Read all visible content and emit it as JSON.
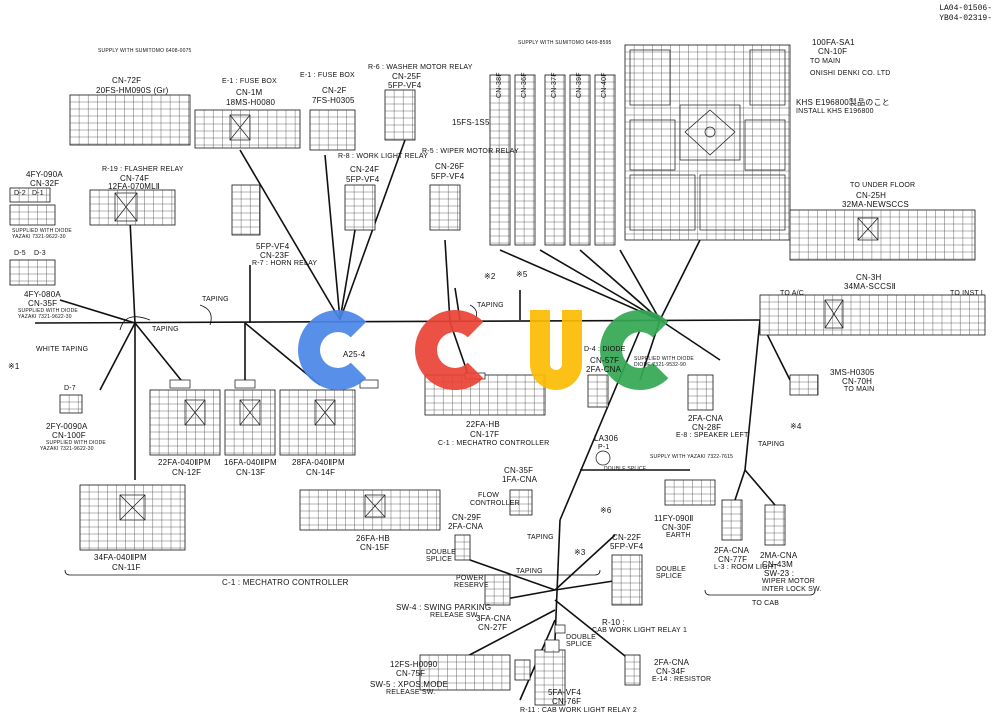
{
  "drawing_ref": [
    "LA04-01506-",
    "YB04-02319-"
  ],
  "watermark": {
    "text": "A25-4",
    "colors": [
      "#4a86e8",
      "#ea4335",
      "#fbbc04",
      "#34a853"
    ]
  },
  "connectors": [
    {
      "id": "cn72f",
      "text": [
        "SUPPLY WITH SUMITOMO 6408-0075",
        "CN-72F",
        "20FS-HM090S (Gr)"
      ]
    },
    {
      "id": "cn1m",
      "text": [
        "E-1 : FUSE BOX",
        "CN-1M",
        "18MS-H0080"
      ]
    },
    {
      "id": "cn2f",
      "text": [
        "E-1 : FUSE BOX",
        "CN-2F",
        "7FS-H0305"
      ]
    },
    {
      "id": "cn25f",
      "text": [
        "R-6 : WASHER MOTOR RELAY",
        "CN-25F",
        "5FP-VF4"
      ]
    },
    {
      "id": "cn24f",
      "text": [
        "R-8 : WORK LIGHT RELAY",
        "CN-24F",
        "5FP-VF4"
      ]
    },
    {
      "id": "cn26f",
      "text": [
        "15FS-1S5",
        "R-5 : WIPER MOTOR RELAY",
        "CN-26F",
        "5FP-VF4"
      ]
    },
    {
      "id": "cn74f",
      "text": [
        "R-19 : FLASHER RELAY",
        "CN-74F",
        "12FA-070MLⅡ"
      ]
    },
    {
      "id": "cn32f",
      "text": [
        "4FY-090A",
        "CN-32F",
        "SUPPLIED WITH DIODE",
        "YAZAKI 7321-9622-30"
      ]
    },
    {
      "id": "d2d1",
      "text": [
        "D-2",
        "D-1"
      ]
    },
    {
      "id": "d5d3",
      "text": [
        "D-5",
        "D-3"
      ]
    },
    {
      "id": "cn35f",
      "text": [
        "4FY-080A",
        "CN-35F",
        "SUPPLIED WITH DIODE",
        "YAZAKI 7321-9622-30"
      ]
    },
    {
      "id": "cn23f",
      "text": [
        "5FP-VF4",
        "CN-23F",
        "R-7 : HORN RELAY"
      ]
    },
    {
      "id": "cn10f",
      "text": [
        "100FA-SA1",
        "CN-10F",
        "TO MAIN",
        "ONISHI DENKI CO. LTD",
        "KHS E196800製品のこと",
        "INSTALL KHS E196800"
      ]
    },
    {
      "id": "cnbank",
      "text": [
        "SUPPLY WITH SUMITOMO 6409-8595",
        "CN-38F",
        "CN-36F",
        "CN-37F",
        "CN-39F",
        "CN-40F"
      ]
    },
    {
      "id": "cn25h",
      "text": [
        "TO UNDER FLOOR",
        "CN-25H",
        "32MA-NEWSCCS"
      ]
    },
    {
      "id": "cn3h",
      "text": [
        "CN-3H",
        "34MA-SCCSⅡ",
        "TO A/C",
        "TO INST L"
      ]
    },
    {
      "id": "cn100f",
      "text": [
        "D-7",
        "2FY-0090A",
        "CN-100F",
        "SUPPLIED WITH DIODE",
        "YAZAKI 7321-9622-30"
      ]
    },
    {
      "id": "cn12f",
      "text": [
        "22FA-040ⅡPM",
        "CN-12F"
      ]
    },
    {
      "id": "cn13f",
      "text": [
        "16FA-040ⅡPM",
        "CN-13F"
      ]
    },
    {
      "id": "cn14f",
      "text": [
        "28FA-040ⅡPM",
        "CN-14F"
      ]
    },
    {
      "id": "cn17f",
      "text": [
        "22FA-HB",
        "CN-17F",
        "C-1 : MECHATRO CONTROLLER"
      ]
    },
    {
      "id": "cn57f",
      "text": [
        "D-4 : DIODE",
        "CN-57F",
        "2FA-CNA",
        "SUPPLIED WITH DIODE",
        "DIODE 7321-9532-90"
      ]
    },
    {
      "id": "cn28f",
      "text": [
        "2FA-CNA",
        "CN-28F",
        "E-8 : SPEAKER LEFT"
      ]
    },
    {
      "id": "cn70h",
      "text": [
        "3MS-H0305",
        "CN-70H",
        "TO MAIN"
      ]
    },
    {
      "id": "cn11f",
      "text": [
        "34FA-040ⅡPM",
        "CN-11F"
      ]
    },
    {
      "id": "cn15f",
      "text": [
        "26FA-HB",
        "CN-15F"
      ]
    },
    {
      "id": "la306",
      "text": [
        "LA306",
        "P-1"
      ]
    },
    {
      "id": "cn30f",
      "text": [
        "SUPPLY WITH YAZAKI 7322-7615",
        "11FY-090Ⅱ",
        "CN-30F",
        "EARTH"
      ]
    },
    {
      "id": "cn77f",
      "text": [
        "2FA-CNA",
        "CN-77F",
        "L-3 : ROOM LIGHT"
      ]
    },
    {
      "id": "cn43m",
      "text": [
        "2MA-CNA",
        "CN-43M",
        "SW-23 :",
        "WIPER MOTOR",
        "INTER LOCK SW."
      ]
    },
    {
      "id": "cn35f2",
      "text": [
        "CN-35F",
        "1FA-CNA",
        "FLOW",
        "CONTROLLER"
      ]
    },
    {
      "id": "cn29f",
      "text": [
        "CN-29F",
        "2FA-CNA",
        "POWER",
        "RESERVE",
        "DOUBLE",
        "SPLICE"
      ]
    },
    {
      "id": "cn22f",
      "text": [
        "CN-22F",
        "5FP-VF4",
        "R-10 :",
        "CAB WORK LIGHT RELAY 1",
        "DOUBLE",
        "SPLICE"
      ]
    },
    {
      "id": "cn27f",
      "text": [
        "SW-4 : SWING PARKING",
        "RELEASE SW.",
        "3FA-CNA",
        "CN-27F"
      ]
    },
    {
      "id": "cn75f",
      "text": [
        "12FS-H0090",
        "CN-75F",
        "SW-5 : XPOS.MODE",
        "RELEASE SW."
      ]
    },
    {
      "id": "cn76f",
      "text": [
        "5FA-VF4",
        "CN-76F",
        "R-11 : CAB WORK LIGHT RELAY 2",
        "DOUBLE",
        "SPLICE"
      ]
    },
    {
      "id": "cn34f",
      "text": [
        "2FA-CNA",
        "CN-34F",
        "E-14 : RESISTOR"
      ]
    }
  ],
  "annotations": {
    "taping": "TAPING",
    "white_taping": "WHITE TAPING",
    "mechatro": "C-1 : MECHATRO CONTROLLER",
    "to_cab": "TO CAB",
    "double_splice": "DOUBLE SPLICE",
    "marks": [
      "※1",
      "※2",
      "※3",
      "※4",
      "※5",
      "※6"
    ]
  }
}
